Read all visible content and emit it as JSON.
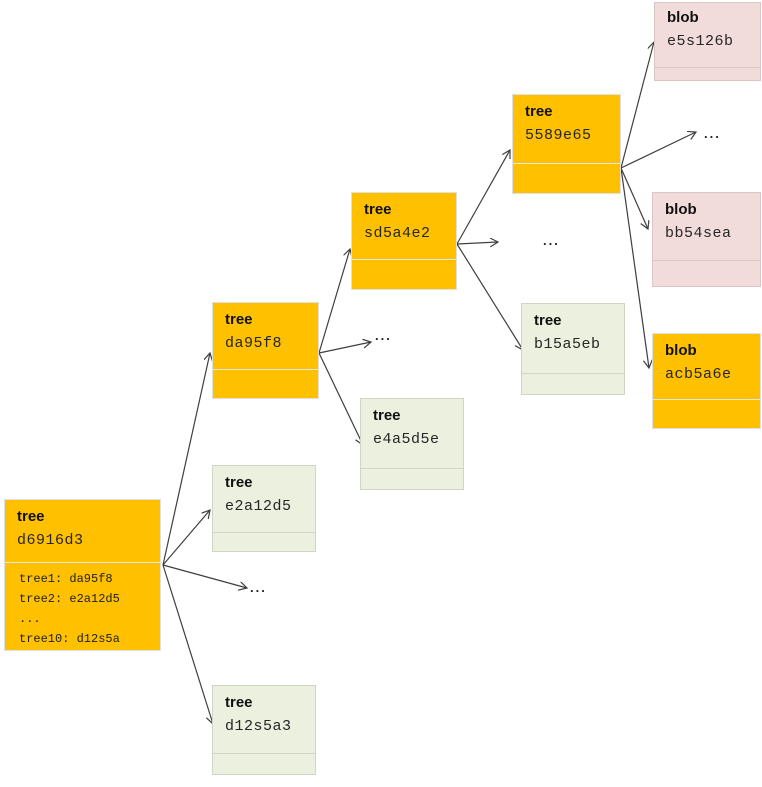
{
  "diagram_type": "git-object-tree",
  "ellipsis": "...",
  "palette": {
    "highlight_fill": "#FFC000",
    "tree_fill": "#EBF1DE",
    "blob_fill": "#F2DCDB",
    "arrow_color": "#3f3f3f"
  },
  "nodes": {
    "root": {
      "type": "tree",
      "hash": "d6916d3",
      "entries": [
        "tree1: da95f8",
        "tree2: e2a12d5",
        "...",
        "tree10: d12s5a"
      ]
    },
    "da95f8": {
      "type": "tree",
      "hash": "da95f8"
    },
    "sd5a4e2": {
      "type": "tree",
      "hash": "sd5a4e2"
    },
    "n5589e65": {
      "type": "tree",
      "hash": "5589e65"
    },
    "e2a12d5": {
      "type": "tree",
      "hash": "e2a12d5"
    },
    "d12s5a3": {
      "type": "tree",
      "hash": "d12s5a3"
    },
    "e4a5d5e": {
      "type": "tree",
      "hash": "e4a5d5e"
    },
    "b15a5eb": {
      "type": "tree",
      "hash": "b15a5eb"
    },
    "e5s126b": {
      "type": "blob",
      "hash": "e5s126b"
    },
    "bb54sea": {
      "type": "blob",
      "hash": "bb54sea"
    },
    "acb5a6e": {
      "type": "blob",
      "hash": "acb5a6e"
    }
  }
}
